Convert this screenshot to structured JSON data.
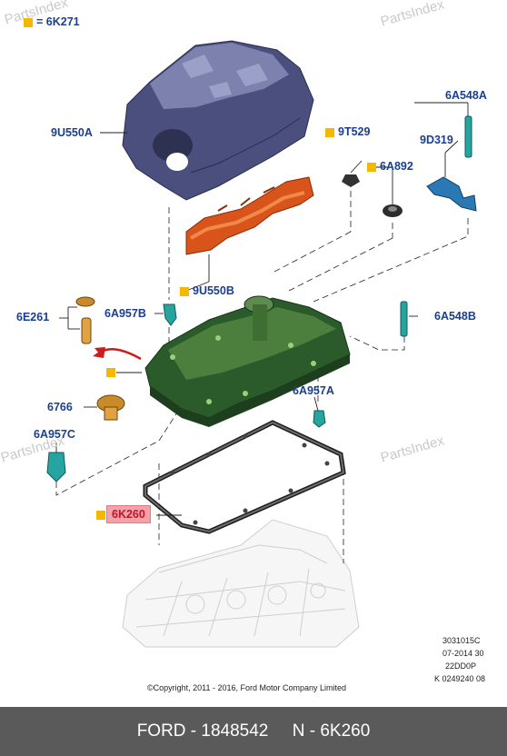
{
  "legend": {
    "text": "= 6K271"
  },
  "labels": {
    "l_9U550A": "9U550A",
    "l_9T529": "9T529",
    "l_6A548A": "6A548A",
    "l_9D319": "9D319",
    "l_6A892": "6A892",
    "l_9U550B": "9U550B",
    "l_6E261": "6E261",
    "l_6A957B": "6A957B",
    "l_6A548B": "6A548B",
    "l_6766": "6766",
    "l_6A957A": "6A957A",
    "l_6A957C": "6A957C",
    "l_6K260": "6K260"
  },
  "watermark": "PartsIndex",
  "info": {
    "line1": "3031015C",
    "line2": "07-2014 30",
    "line3": "22DD0P",
    "line4": "K 0249240 08"
  },
  "copyright": "©Copyright, 2011 - 2016, Ford Motor Company Limited",
  "footer": {
    "text": "FORD - 1848542     N - 6K260"
  },
  "colors": {
    "label": "#1a3f8f",
    "marker": "#f5b800",
    "highlight": "#f4a1a8",
    "footer_bg": "#5a5a5a"
  }
}
